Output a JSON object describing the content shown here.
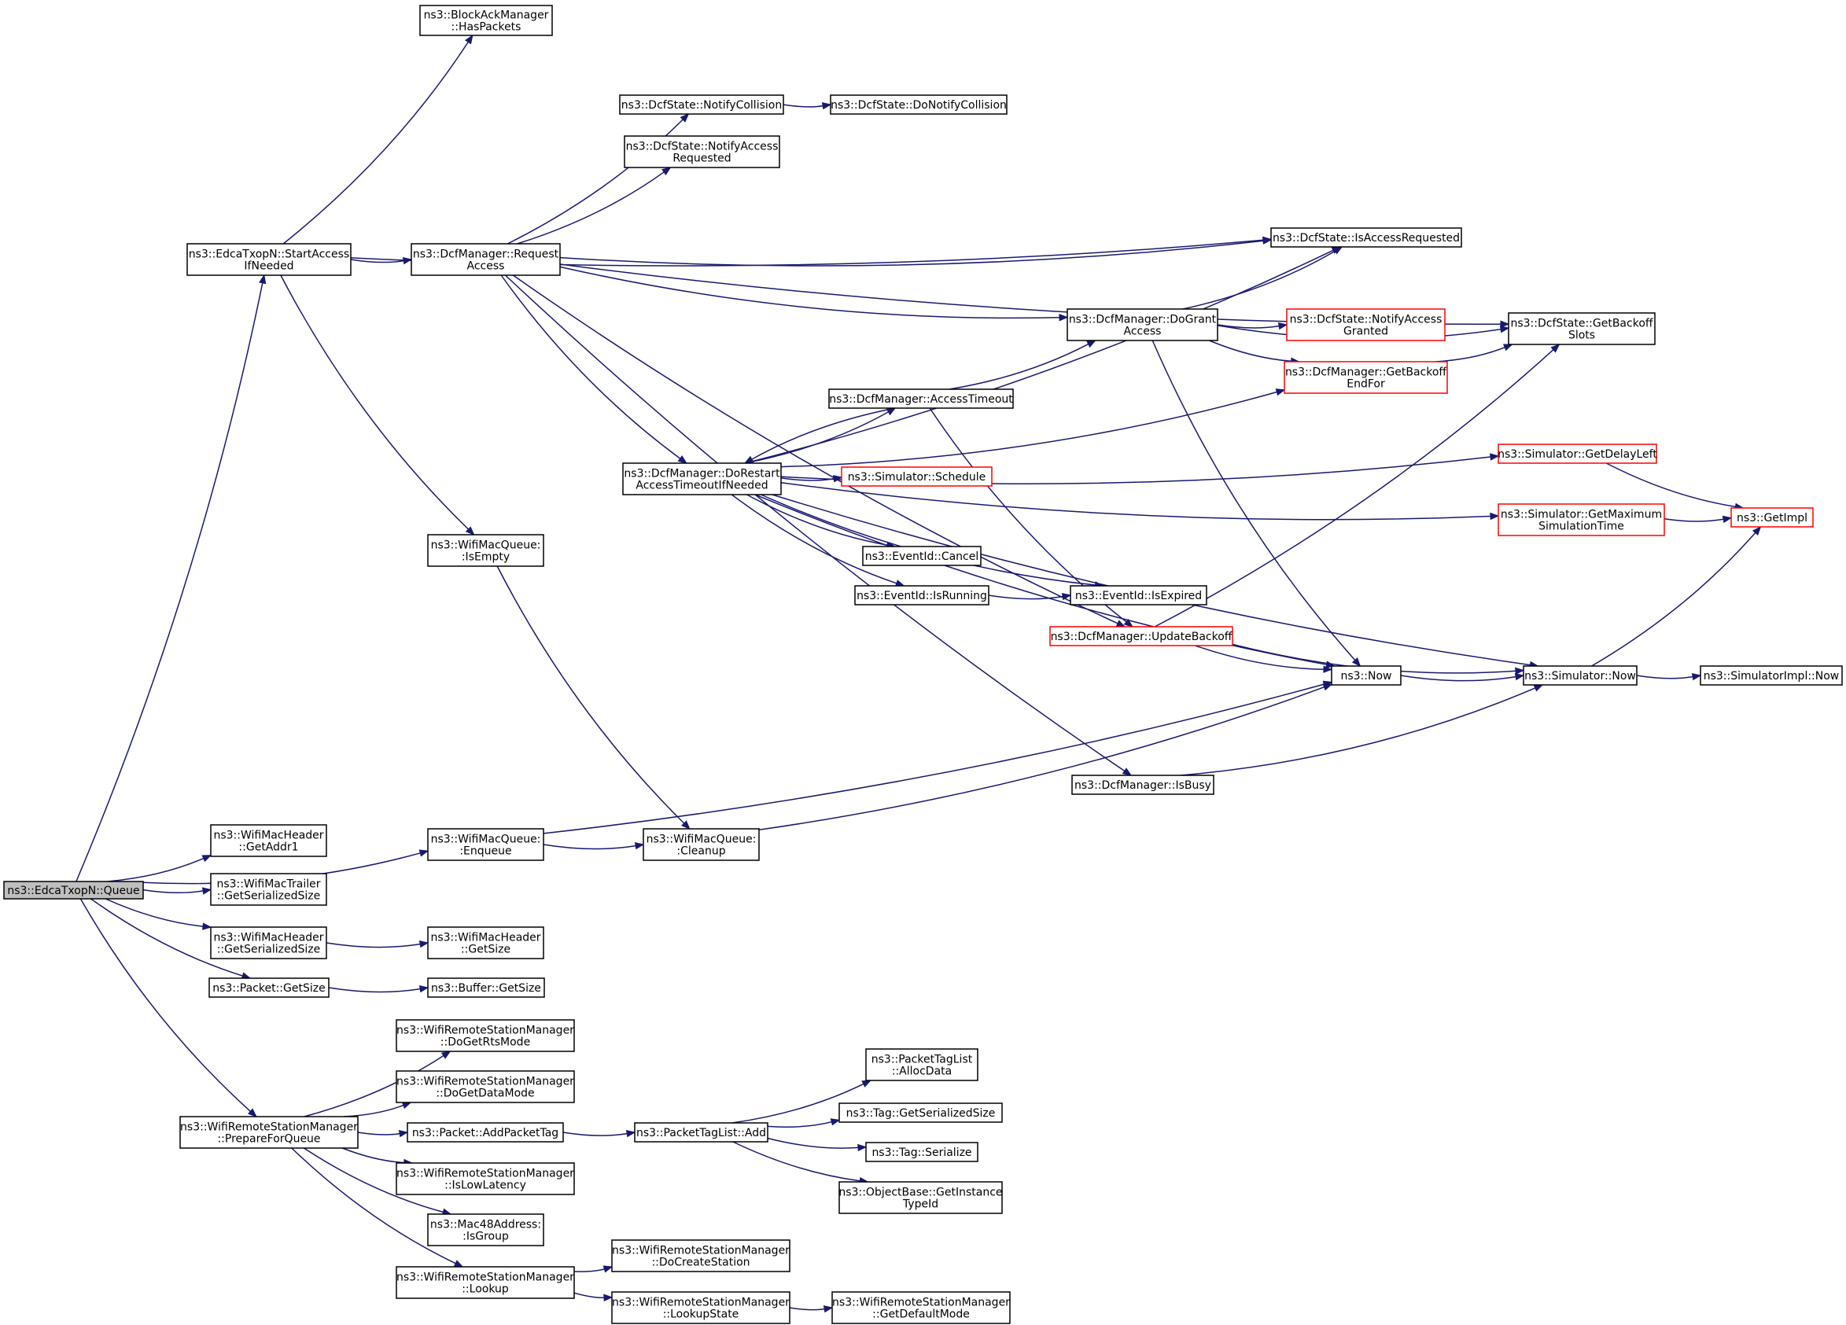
{
  "colors": {
    "edge": "#191970",
    "normal_border": "#000000",
    "missing_border": "#ff0000",
    "root_fill": "#bfbfbf"
  },
  "nodes": [
    {
      "id": "queue",
      "lines": [
        "ns3::EdcaTxopN::Queue"
      ],
      "style": "root"
    },
    {
      "id": "startAccess",
      "lines": [
        "ns3::EdcaTxopN::StartAccess",
        "IfNeeded"
      ]
    },
    {
      "id": "blockAck",
      "lines": [
        "ns3::BlockAckManager",
        "::HasPackets"
      ]
    },
    {
      "id": "reqAccess",
      "lines": [
        "ns3::DcfManager::Request",
        "Access"
      ]
    },
    {
      "id": "notifyCollision",
      "lines": [
        "ns3::DcfState::NotifyCollision"
      ]
    },
    {
      "id": "doNotifyCollision",
      "lines": [
        "ns3::DcfState::DoNotifyCollision"
      ]
    },
    {
      "id": "notifyAccessReq",
      "lines": [
        "ns3::DcfState::NotifyAccess",
        "Requested"
      ]
    },
    {
      "id": "isAccessReq",
      "lines": [
        "ns3::DcfState::IsAccessRequested"
      ]
    },
    {
      "id": "doGrant",
      "lines": [
        "ns3::DcfManager::DoGrant",
        "Access"
      ]
    },
    {
      "id": "notifyGranted",
      "lines": [
        "ns3::DcfState::NotifyAccess",
        "Granted"
      ],
      "style": "red"
    },
    {
      "id": "getBackoffSlots",
      "lines": [
        "ns3::DcfState::GetBackoff",
        "Slots"
      ]
    },
    {
      "id": "getBackoffEnd",
      "lines": [
        "ns3::DcfManager::GetBackoff",
        "EndFor"
      ],
      "style": "red"
    },
    {
      "id": "accessTimeout",
      "lines": [
        "ns3::DcfManager::AccessTimeout"
      ]
    },
    {
      "id": "doRestart",
      "lines": [
        "ns3::DcfManager::DoRestart",
        "AccessTimeoutIfNeeded"
      ]
    },
    {
      "id": "schedule",
      "lines": [
        "ns3::Simulator::Schedule"
      ],
      "style": "red"
    },
    {
      "id": "getDelayLeft",
      "lines": [
        "ns3::Simulator::GetDelayLeft"
      ],
      "style": "red"
    },
    {
      "id": "getMaxSim",
      "lines": [
        "ns3::Simulator::GetMaximum",
        "SimulationTime"
      ],
      "style": "red"
    },
    {
      "id": "getImpl",
      "lines": [
        "ns3::GetImpl"
      ],
      "style": "red"
    },
    {
      "id": "cancel",
      "lines": [
        "ns3::EventId::Cancel"
      ]
    },
    {
      "id": "isRunning",
      "lines": [
        "ns3::EventId::IsRunning"
      ]
    },
    {
      "id": "isExpired",
      "lines": [
        "ns3::EventId::IsExpired"
      ]
    },
    {
      "id": "updateBackoff",
      "lines": [
        "ns3::DcfManager::UpdateBackoff"
      ],
      "style": "red"
    },
    {
      "id": "now",
      "lines": [
        "ns3::Now"
      ]
    },
    {
      "id": "simNow",
      "lines": [
        "ns3::Simulator::Now"
      ]
    },
    {
      "id": "simImplNow",
      "lines": [
        "ns3::SimulatorImpl::Now"
      ]
    },
    {
      "id": "isBusy",
      "lines": [
        "ns3::DcfManager::IsBusy"
      ]
    },
    {
      "id": "isEmpty",
      "lines": [
        "ns3::WifiMacQueue:",
        ":IsEmpty"
      ]
    },
    {
      "id": "enqueue",
      "lines": [
        "ns3::WifiMacQueue:",
        ":Enqueue"
      ]
    },
    {
      "id": "cleanup",
      "lines": [
        "ns3::WifiMacQueue:",
        ":Cleanup"
      ]
    },
    {
      "id": "getAddr1",
      "lines": [
        "ns3::WifiMacHeader",
        "::GetAddr1"
      ]
    },
    {
      "id": "trailerSize",
      "lines": [
        "ns3::WifiMacTrailer",
        "::GetSerializedSize"
      ]
    },
    {
      "id": "headerSerSize",
      "lines": [
        "ns3::WifiMacHeader",
        "::GetSerializedSize"
      ]
    },
    {
      "id": "headerGetSize",
      "lines": [
        "ns3::WifiMacHeader",
        "::GetSize"
      ]
    },
    {
      "id": "packetGetSize",
      "lines": [
        "ns3::Packet::GetSize"
      ]
    },
    {
      "id": "bufferGetSize",
      "lines": [
        "ns3::Buffer::GetSize"
      ]
    },
    {
      "id": "prepareForQueue",
      "lines": [
        "ns3::WifiRemoteStationManager",
        "::PrepareForQueue"
      ]
    },
    {
      "id": "doGetRts",
      "lines": [
        "ns3::WifiRemoteStationManager",
        "::DoGetRtsMode"
      ]
    },
    {
      "id": "doGetData",
      "lines": [
        "ns3::WifiRemoteStationManager",
        "::DoGetDataMode"
      ]
    },
    {
      "id": "addPacketTag",
      "lines": [
        "ns3::Packet::AddPacketTag"
      ]
    },
    {
      "id": "tagListAdd",
      "lines": [
        "ns3::PacketTagList::Add"
      ]
    },
    {
      "id": "allocData",
      "lines": [
        "ns3::PacketTagList",
        "::AllocData"
      ]
    },
    {
      "id": "tagSerSize",
      "lines": [
        "ns3::Tag::GetSerializedSize"
      ]
    },
    {
      "id": "tagSerialize",
      "lines": [
        "ns3::Tag::Serialize"
      ]
    },
    {
      "id": "getInstanceTypeId",
      "lines": [
        "ns3::ObjectBase::GetInstance",
        "TypeId"
      ]
    },
    {
      "id": "isLowLatency",
      "lines": [
        "ns3::WifiRemoteStationManager",
        "::IsLowLatency"
      ]
    },
    {
      "id": "isGroup",
      "lines": [
        "ns3::Mac48Address:",
        ":IsGroup"
      ]
    },
    {
      "id": "lookup",
      "lines": [
        "ns3::WifiRemoteStationManager",
        "::Lookup"
      ]
    },
    {
      "id": "doCreateStation",
      "lines": [
        "ns3::WifiRemoteStationManager",
        "::DoCreateStation"
      ]
    },
    {
      "id": "lookupState",
      "lines": [
        "ns3::WifiRemoteStationManager",
        "::LookupState"
      ]
    },
    {
      "id": "getDefaultMode",
      "lines": [
        "ns3::WifiRemoteStationManager",
        "::GetDefaultMode"
      ]
    }
  ],
  "edges": [
    [
      "queue",
      "startAccess"
    ],
    [
      "queue",
      "enqueue"
    ],
    [
      "queue",
      "getAddr1"
    ],
    [
      "queue",
      "trailerSize"
    ],
    [
      "queue",
      "headerSerSize"
    ],
    [
      "queue",
      "packetGetSize"
    ],
    [
      "queue",
      "prepareForQueue"
    ],
    [
      "startAccess",
      "blockAck"
    ],
    [
      "startAccess",
      "isAccessReq"
    ],
    [
      "startAccess",
      "reqAccess"
    ],
    [
      "startAccess",
      "isEmpty"
    ],
    [
      "reqAccess",
      "notifyCollision"
    ],
    [
      "reqAccess",
      "notifyAccessReq"
    ],
    [
      "reqAccess",
      "getBackoffSlots"
    ],
    [
      "reqAccess",
      "isAccessReq"
    ],
    [
      "reqAccess",
      "doGrant"
    ],
    [
      "reqAccess",
      "doRestart"
    ],
    [
      "reqAccess",
      "updateBackoff"
    ],
    [
      "reqAccess",
      "isBusy"
    ],
    [
      "notifyCollision",
      "doNotifyCollision"
    ],
    [
      "doGrant",
      "isAccessReq"
    ],
    [
      "doGrant",
      "getBackoffSlots"
    ],
    [
      "doGrant",
      "notifyGranted"
    ],
    [
      "doGrant",
      "getBackoffEnd"
    ],
    [
      "doGrant",
      "now"
    ],
    [
      "getBackoffEnd",
      "getBackoffSlots"
    ],
    [
      "accessTimeout",
      "doGrant"
    ],
    [
      "accessTimeout",
      "doRestart"
    ],
    [
      "accessTimeout",
      "updateBackoff"
    ],
    [
      "doRestart",
      "isAccessReq"
    ],
    [
      "doRestart",
      "getBackoffEnd"
    ],
    [
      "doRestart",
      "accessTimeout"
    ],
    [
      "doRestart",
      "getDelayLeft"
    ],
    [
      "doRestart",
      "schedule"
    ],
    [
      "doRestart",
      "getMaxSim"
    ],
    [
      "doRestart",
      "cancel"
    ],
    [
      "doRestart",
      "isRunning"
    ],
    [
      "doRestart",
      "isExpired"
    ],
    [
      "doRestart",
      "now"
    ],
    [
      "doRestart",
      "simNow"
    ],
    [
      "isRunning",
      "isExpired"
    ],
    [
      "getDelayLeft",
      "getImpl"
    ],
    [
      "getMaxSim",
      "getImpl"
    ],
    [
      "updateBackoff",
      "getBackoffSlots"
    ],
    [
      "updateBackoff",
      "now"
    ],
    [
      "updateBackoff",
      "simNow"
    ],
    [
      "now",
      "simNow"
    ],
    [
      "simNow",
      "simImplNow"
    ],
    [
      "simNow",
      "getImpl"
    ],
    [
      "isBusy",
      "simNow"
    ],
    [
      "isEmpty",
      "cleanup"
    ],
    [
      "enqueue",
      "cleanup"
    ],
    [
      "enqueue",
      "now"
    ],
    [
      "cleanup",
      "now"
    ],
    [
      "headerSerSize",
      "headerGetSize"
    ],
    [
      "packetGetSize",
      "bufferGetSize"
    ],
    [
      "prepareForQueue",
      "doGetRts"
    ],
    [
      "prepareForQueue",
      "doGetData"
    ],
    [
      "prepareForQueue",
      "addPacketTag"
    ],
    [
      "prepareForQueue",
      "isLowLatency"
    ],
    [
      "prepareForQueue",
      "isGroup"
    ],
    [
      "prepareForQueue",
      "lookup"
    ],
    [
      "addPacketTag",
      "tagListAdd"
    ],
    [
      "tagListAdd",
      "allocData"
    ],
    [
      "tagListAdd",
      "tagSerSize"
    ],
    [
      "tagListAdd",
      "tagSerialize"
    ],
    [
      "tagListAdd",
      "getInstanceTypeId"
    ],
    [
      "lookup",
      "doCreateStation"
    ],
    [
      "lookup",
      "lookupState"
    ],
    [
      "lookupState",
      "getDefaultMode"
    ]
  ]
}
